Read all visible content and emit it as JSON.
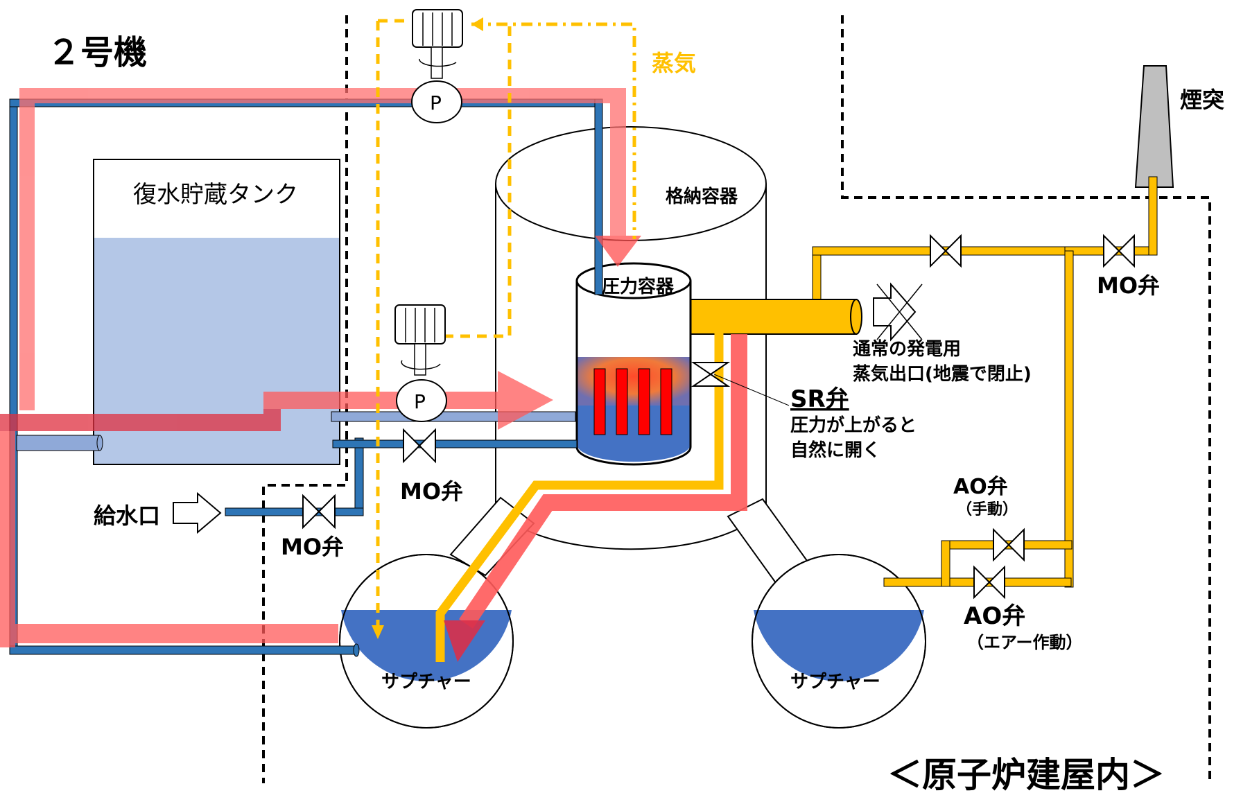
{
  "title": "２号機",
  "labels": {
    "steam": "蒸気",
    "stack": "煙突",
    "storage_tank": "復水貯蔵タンク",
    "containment": "格納容器",
    "pressure_vessel": "圧力容器",
    "normal_outlet_line1": "通常の発電用",
    "normal_outlet_line2": "蒸気出口(地震で閉止)",
    "sr_valve": "SR弁",
    "sr_note_line1": "圧力が上がると",
    "sr_note_line2": "自然に開く",
    "mo_valve_stack": "MO弁",
    "mo_valve_center": "MO弁",
    "mo_valve_inlet": "MO弁",
    "water_inlet": "給水口",
    "ao_valve_manual": "AO弁",
    "ao_valve_manual_sub": "（手動）",
    "ao_valve_air": "AO弁",
    "ao_valve_air_sub": "（エアー作動）",
    "suppression_left": "サプチャー",
    "suppression_right": "サプチャー",
    "reactor_building": "＜原子炉建屋内＞",
    "pump": "P"
  },
  "colors": {
    "water_blue": "#4472c4",
    "pipe_blue": "#2e75b6",
    "tank_water": "#b4c7e7",
    "steam_orange": "#ffc000",
    "flow_red": "#ff5a5a",
    "fuel_red": "#ff0000",
    "stack_gray": "#bfbfbf"
  }
}
